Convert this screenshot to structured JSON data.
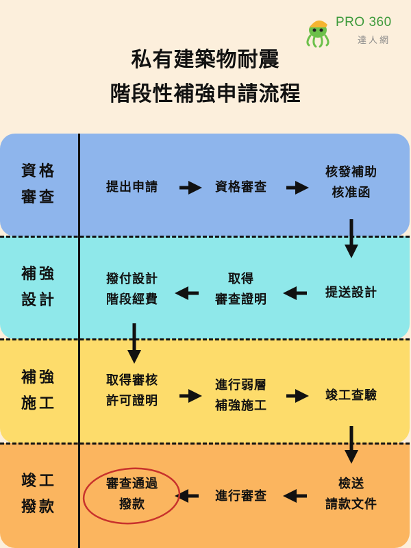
{
  "logo": {
    "brand": "PRO 360",
    "sub": "達人網"
  },
  "title": {
    "line1": "私有建築物耐震",
    "line2": "階段性補強申請流程"
  },
  "stages": {
    "s1": "資格\n審查",
    "s2": "補強\n設計",
    "s3": "補強\n施工",
    "s4": "竣工\n撥款"
  },
  "nodes": {
    "r1a": "提出申請",
    "r1b": "資格審查",
    "r1c": "核發補助\n核准函",
    "r2a": "撥付設計\n階段經費",
    "r2b": "取得\n審查證明",
    "r2c": "提送設計",
    "r3a": "取得審核\n許可證明",
    "r3b": "進行弱層\n補強施工",
    "r3c": "竣工查驗",
    "r4a": "審查通過\n撥款",
    "r4b": "進行審查",
    "r4c": "檢送\n請款文件"
  },
  "colors": {
    "stage1": "#8eb5ec",
    "stage2": "#8fe8ea",
    "stage3": "#fddc6b",
    "stage4": "#fbb55f",
    "highlight_circle": "#c8322c"
  }
}
